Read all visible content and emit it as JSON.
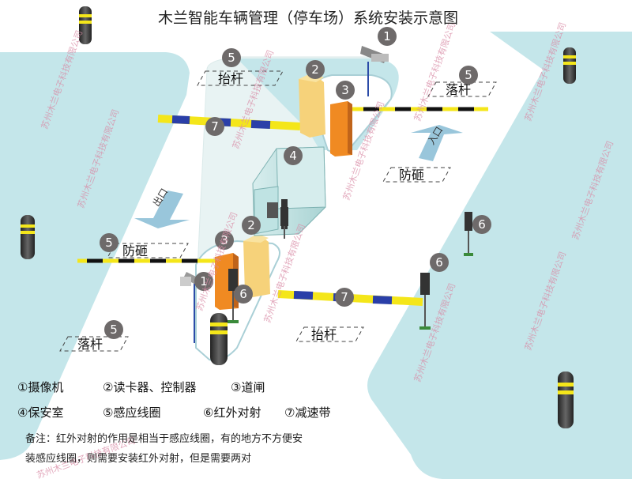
{
  "title": "木兰智能车辆管理（停车场）系统安装示意图",
  "labels": {
    "raise_bar": "抬杆",
    "drop_bar": "落杆",
    "anti_smash": "防砸",
    "entrance": "入口",
    "exit": "出口",
    "n1": "1",
    "n2": "2",
    "n3": "3",
    "n4": "4",
    "n5": "5",
    "n6": "6",
    "n7": "7"
  },
  "legend": {
    "row1": [
      "①摄像机",
      "②读卡器、控制器",
      "③道闸"
    ],
    "row2": [
      "④保安室",
      "⑤感应线圈",
      "⑥红外对射",
      "⑦减速带"
    ]
  },
  "note": {
    "line1": "备注：红外对射的作用是相当于感应线圈，有的地方不方便安",
    "line2": "装感应线圈，则需要安装红外对射，但是需要两对"
  },
  "watermark": "苏州木兰电子科技有限公司",
  "colors": {
    "road": "#c4e6ea",
    "island": "#e6f2f2",
    "badge": "#6e6a6a",
    "arrow": "#7fb8d2",
    "barrier_body": "#f08a22",
    "reader": "#f6d27a",
    "booth": "#bfe3e3",
    "bump_yellow": "#f4e61a",
    "bump_blue": "#2a3fa8"
  }
}
